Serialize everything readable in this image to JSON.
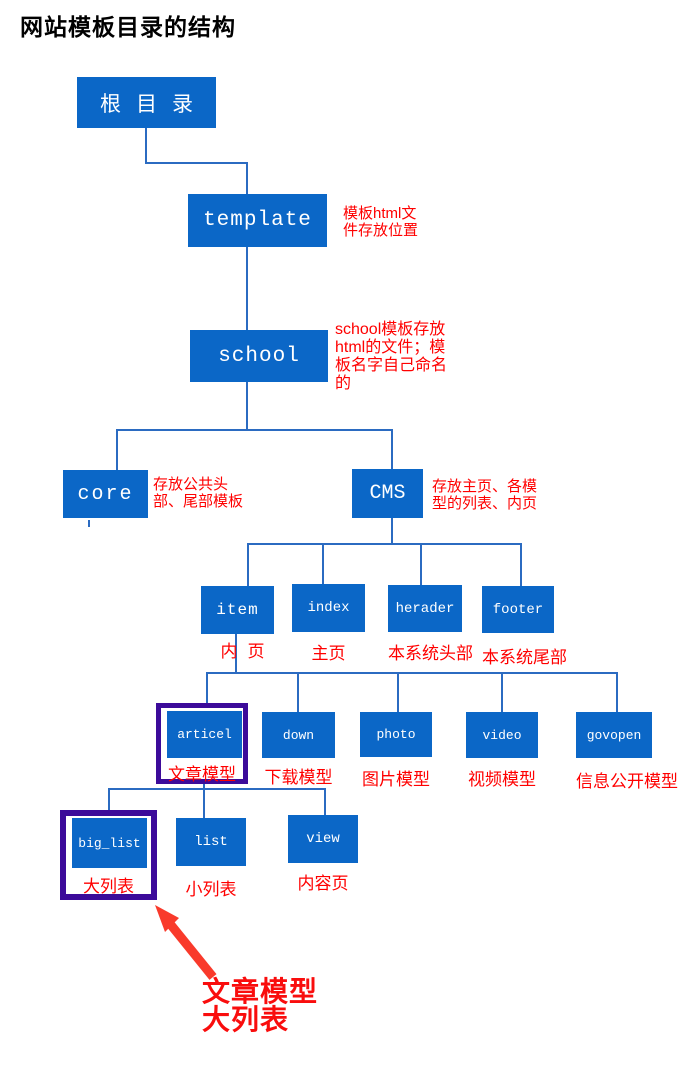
{
  "title": "网站模板目录的结构",
  "colors": {
    "box_blue": "#0b67c7",
    "line_blue": "#2b6bc1",
    "highlight_purple": "#3c0b9a",
    "note_red": "#ff0000",
    "arrow_red": "#f93a2b",
    "callout_red": "#f90d0d",
    "title_black": "#000000",
    "box_text_white": "#ffffff"
  },
  "nodes": {
    "root": {
      "label": "根目录"
    },
    "template": {
      "label": "template",
      "note": "模板html文\n件存放位置"
    },
    "school": {
      "label": "school",
      "note": "school模板存放\nhtml的文件；模\n板名字自己命名\n的"
    },
    "core": {
      "label": "core",
      "note": "存放公共头\n部、尾部模板"
    },
    "cms": {
      "label": "CMS",
      "note": "存放主页、各模\n型的列表、内页"
    },
    "item": {
      "label": "item",
      "caption": "内页"
    },
    "index": {
      "label": "index",
      "caption": "主页"
    },
    "herader": {
      "label": "herader",
      "caption": "本系统头部"
    },
    "footer": {
      "label": "footer",
      "caption": "本系统尾部"
    },
    "articel": {
      "label": "articel",
      "caption": "文章模型",
      "highlighted": true
    },
    "down": {
      "label": "down",
      "caption": "下载模型"
    },
    "photo": {
      "label": "photo",
      "caption": "图片模型"
    },
    "video": {
      "label": "video",
      "caption": "视频模型"
    },
    "govopen": {
      "label": "govopen",
      "caption": "信息公开模型"
    },
    "big_list": {
      "label": "big_list",
      "caption": "大列表",
      "highlighted": true
    },
    "list": {
      "label": "list",
      "caption": "小列表"
    },
    "view": {
      "label": "view",
      "caption": "内容页"
    }
  },
  "callout": {
    "text": "文章模型\n大列表"
  }
}
